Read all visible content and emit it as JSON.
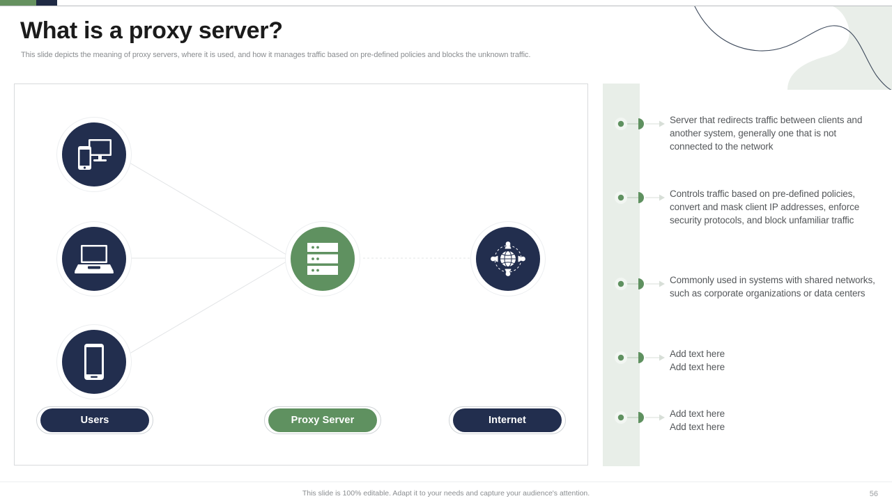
{
  "header": {
    "title": "What is a proxy server?",
    "subtitle": "This slide depicts the meaning of proxy servers, where it is used, and how it manages traffic based on pre-defined policies and blocks the unknown traffic."
  },
  "colors": {
    "navy": "#222e4e",
    "green": "#5f9160",
    "accent_bar_green": "#65915f",
    "accent_bar_navy": "#1f2a44",
    "rail_strip": "#e8eee8",
    "deco_blob": "#e9eee9",
    "body_text": "#54575a",
    "muted_text": "#8a8d90"
  },
  "diagram": {
    "nodes": [
      {
        "id": "devices",
        "icon": "monitor-phone-icon",
        "style": "navy"
      },
      {
        "id": "laptop",
        "icon": "laptop-icon",
        "style": "navy"
      },
      {
        "id": "mobile",
        "icon": "smartphone-icon",
        "style": "navy"
      },
      {
        "id": "proxy",
        "icon": "server-rack-icon",
        "style": "green"
      },
      {
        "id": "internet",
        "icon": "globe-network-icon",
        "style": "navy"
      }
    ],
    "labels": [
      {
        "id": "users",
        "text": "Users",
        "style": "navy"
      },
      {
        "id": "proxy-server",
        "text": "Proxy Server",
        "style": "green"
      },
      {
        "id": "internet",
        "text": "Internet",
        "style": "navy"
      }
    ]
  },
  "bullets": [
    {
      "text": "Server that redirects traffic between clients and another system, generally one that is not connected to the network"
    },
    {
      "text": "Controls traffic based on pre-defined policies, convert and mask client IP addresses, enforce security protocols, and block unfamiliar traffic"
    },
    {
      "text": "Commonly used in systems with shared networks, such as corporate organizations or data centers"
    },
    {
      "text": "Add text here\nAdd text here"
    },
    {
      "text": "Add text here\nAdd text here"
    }
  ],
  "footer": {
    "note": "This slide is 100% editable. Adapt it to your needs and capture your audience's attention.",
    "page_number": "56"
  }
}
